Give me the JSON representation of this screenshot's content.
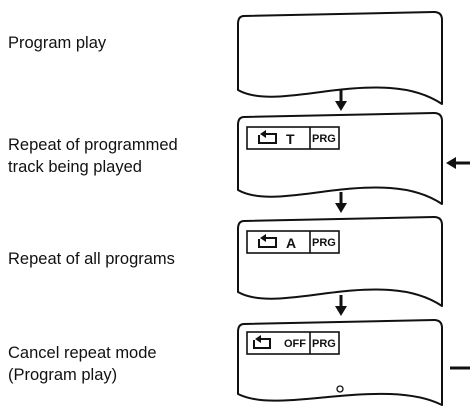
{
  "steps": [
    {
      "label_lines": [
        "Program play"
      ],
      "display": null
    },
    {
      "label_lines": [
        "Repeat of programmed",
        "track being played"
      ],
      "display": {
        "icon": "repeat-icon",
        "mode": "T",
        "badge": "PRG"
      }
    },
    {
      "label_lines": [
        "Repeat of all programs"
      ],
      "display": {
        "icon": "repeat-icon",
        "mode": "A",
        "badge": "PRG"
      }
    },
    {
      "label_lines": [
        "Cancel repeat mode",
        "(Program play)"
      ],
      "display": {
        "icon": "repeat-icon",
        "mode": "OFF",
        "badge": "PRG"
      }
    }
  ],
  "loop_back": {
    "from_step": 4,
    "to_step": 2
  }
}
